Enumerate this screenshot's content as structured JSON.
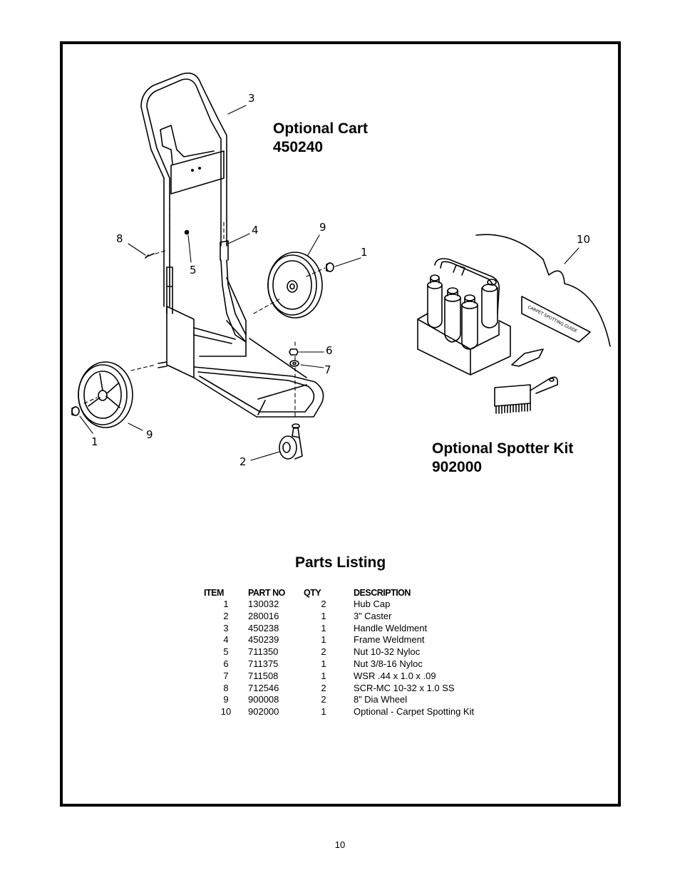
{
  "cart_heading": {
    "line1": "Optional  Cart",
    "line2": "450240"
  },
  "kit_heading": {
    "line1": "Optional  Spotter  Kit",
    "line2": "902000"
  },
  "parts_heading": "Parts  Listing",
  "callouts": {
    "c3": "3",
    "c8": "8",
    "c4": "4",
    "c9a": "9",
    "c1a": "1",
    "c5": "5",
    "c6": "6",
    "c7": "7",
    "c1b": "1",
    "c9b": "9",
    "c2": "2",
    "c10": "10"
  },
  "table": {
    "headers": [
      "ITEM",
      "PART NO",
      "QTY",
      "DESCRIPTION"
    ],
    "rows": [
      [
        "1",
        "130032",
        "2",
        "Hub  Cap"
      ],
      [
        "2",
        "280016",
        "1",
        "3” Caster"
      ],
      [
        "3",
        "450238",
        "1",
        "Handle  Weldment"
      ],
      [
        "4",
        "450239",
        "1",
        "Frame  Weldment"
      ],
      [
        "5",
        "711350",
        "2",
        "Nut 10-32 Nyloc"
      ],
      [
        "6",
        "711375",
        "1",
        "Nut 3/8-16 Nyloc"
      ],
      [
        "7",
        "711508",
        "1",
        "WSR .44 x 1.0 x .09"
      ],
      [
        "8",
        "712546",
        "2",
        "SCR-MC 10-32 x 1.0 SS"
      ],
      [
        "9",
        "900008",
        "2",
        "8” Dia Wheel"
      ],
      [
        "10",
        "902000",
        "1",
        "Optional - Carpet Spotting Kit"
      ]
    ]
  },
  "kit_card_text": "CARPET SPOTTING GUIDE",
  "page_number": "10"
}
